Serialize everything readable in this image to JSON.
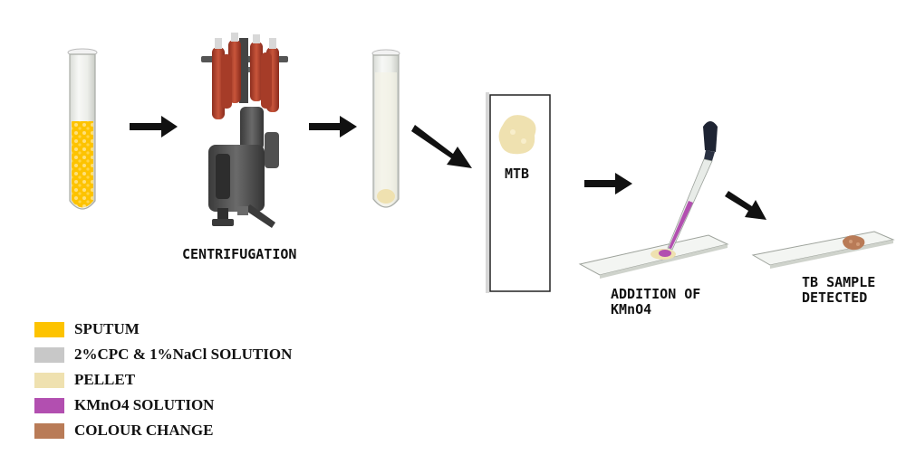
{
  "labels": {
    "centrifugation": "CENTRIFUGATION",
    "mtb": "MTB",
    "addition_line1": "ADDITION OF",
    "addition_line2": "KMnO4",
    "detected_line1": "TB SAMPLE",
    "detected_line2": "DETECTED"
  },
  "legend": [
    {
      "label": "SPUTUM",
      "color": "#fdc300"
    },
    {
      "label": "2%CPC & 1%NaCl SOLUTION",
      "color": "#c8c8c8"
    },
    {
      "label": "PELLET",
      "color": "#efe1b0"
    },
    {
      "label": "KMnO4 SOLUTION",
      "color": "#b24fb0"
    },
    {
      "label": "COLOUR CHANGE",
      "color": "#b97b57"
    }
  ],
  "colors": {
    "arrow": "#111111",
    "sputum": "#fdc300",
    "pellet": "#efe1b0",
    "kmno4": "#b24fb0",
    "colour_change": "#b97b57",
    "centrifuge_body": "#4b4b4b",
    "centrifuge_tube": "#b0412b"
  }
}
